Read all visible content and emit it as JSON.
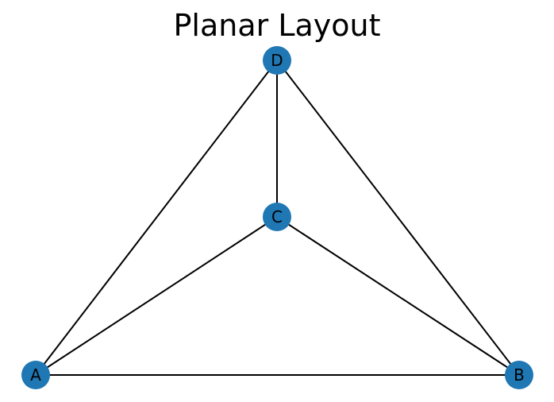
{
  "title": "Planar Layout",
  "node_color": "#1f77b4",
  "edge_color": "#000000",
  "label_color": "#000000",
  "nodes": [
    {
      "id": "A",
      "label": "A"
    },
    {
      "id": "B",
      "label": "B"
    },
    {
      "id": "C",
      "label": "C"
    },
    {
      "id": "D",
      "label": "D"
    }
  ],
  "edges": [
    {
      "source": "A",
      "target": "B"
    },
    {
      "source": "A",
      "target": "C"
    },
    {
      "source": "A",
      "target": "D"
    },
    {
      "source": "B",
      "target": "C"
    },
    {
      "source": "B",
      "target": "D"
    },
    {
      "source": "C",
      "target": "D"
    }
  ]
}
